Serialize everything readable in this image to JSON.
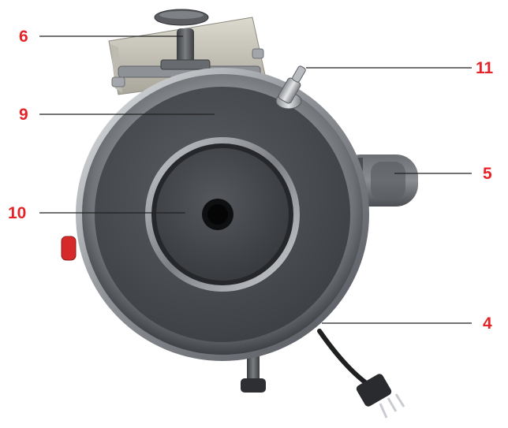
{
  "palette": {
    "label": "#e52329",
    "leader": "#222222",
    "steel": "#9a9ea3",
    "body": "#4a4d52",
    "hub": "#42454a",
    "switch": "#d62a2a"
  },
  "components": [
    {
      "name": "adjustment-handle",
      "icon": "t-handle-knob-icon"
    },
    {
      "name": "upper-bracket",
      "icon": "hinged-bracket-icon"
    },
    {
      "name": "rear-housing",
      "icon": "cylindrical-housing-icon"
    },
    {
      "name": "coolant-fitting",
      "icon": "hose-nozzle-icon"
    },
    {
      "name": "power-cable",
      "icon": "plug-icon"
    },
    {
      "name": "side-switch",
      "icon": "red-switch-icon"
    },
    {
      "name": "lower-knob",
      "icon": "clamp-knob-icon"
    }
  ],
  "callouts": [
    {
      "id": "6",
      "label": "6"
    },
    {
      "id": "9",
      "label": "9"
    },
    {
      "id": "10",
      "label": "10"
    },
    {
      "id": "11",
      "label": "11"
    },
    {
      "id": "5",
      "label": "5"
    },
    {
      "id": "4",
      "label": "4"
    }
  ]
}
